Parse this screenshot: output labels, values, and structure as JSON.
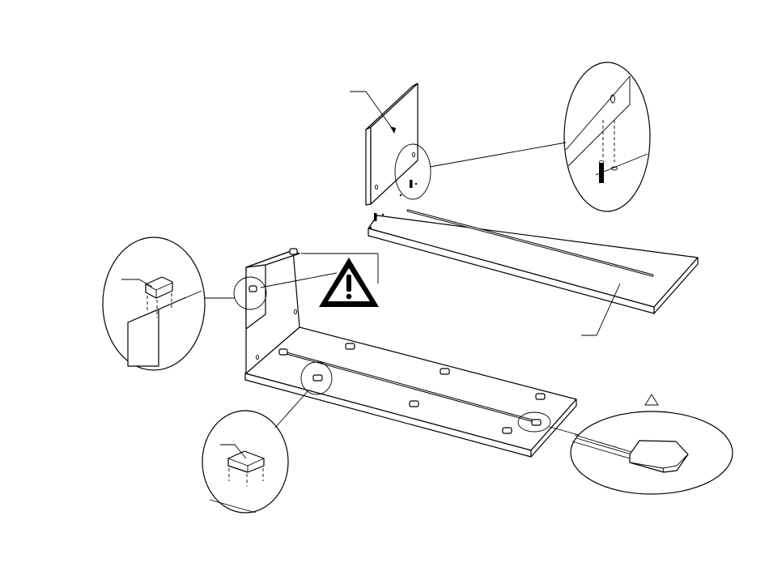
{
  "diagram": {
    "parts": [
      "side-panel-upper",
      "bottom-board-upper",
      "side-panel-lower",
      "bottom-board-lower",
      "glide-pad",
      "dowel"
    ],
    "symbols": {
      "warning": "warning-triangle-exclamation",
      "note": "open-triangle"
    },
    "callouts": [
      "dowel-detail-circle",
      "corner-pad-detail-circle",
      "bottom-pad-detail-circle",
      "glide-pad-detail-ellipse"
    ],
    "line_color": "#000000",
    "background": "#ffffff"
  }
}
